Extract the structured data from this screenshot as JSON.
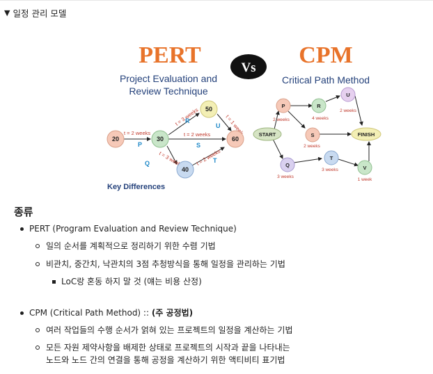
{
  "toggle": {
    "caret": "▼",
    "title": "일정 관리 모델"
  },
  "figure": {
    "left_title": "PERT",
    "left_sub1": "Project Evaluation and",
    "left_sub2": "Review Technique",
    "vs": "Vs",
    "right_title": "CPM",
    "right_sub": "Critical Path Method",
    "footer": "Key Differences",
    "pert": {
      "nodes": [
        "20",
        "30",
        "40",
        "50",
        "60"
      ],
      "edge_labels": [
        "t = 2 weeks",
        "t = 3 weeks",
        "t = 2 weeks",
        "t = 3 weeks",
        "t = 2 weeks",
        "t = 1 week"
      ],
      "letters": [
        "P",
        "S",
        "Q",
        "R",
        "U",
        "T"
      ]
    },
    "cpm": {
      "nodes": [
        "START",
        "P",
        "Q",
        "R",
        "S",
        "T",
        "U",
        "V",
        "FINISH"
      ],
      "durations": [
        "2 weeks",
        "3 weeks",
        "4 weeks",
        "2 weeks",
        "3 weeks",
        "2 weeks",
        "1 week"
      ]
    },
    "colors": {
      "pert_title": "#e8732a",
      "cpm_title": "#e8732a",
      "subtitle": "#23407a",
      "vs_bg": "#111111"
    }
  },
  "section": {
    "heading": "종류"
  },
  "items": {
    "pert": "PERT (Program Evaluation and Review Technique)",
    "pert_sub1": "일의 순서를 계획적으로 정리하기 위한 수렴 기법",
    "pert_sub2": "비관치, 중간치, 낙관치의 3점 추청방식을 통해 일정을 관리하는 기법",
    "pert_sub2_note": "LoC랑 혼동 하지 말 것 (얘는 비용 산정)",
    "cpm_a": "CPM (Critical Path Method) :: ",
    "cpm_b": "(주 공정법)",
    "cpm_sub1": "여러 작업들의 수행 순서가 얽혀 있는 프로젝트의 일정을 계산하는 기법",
    "cpm_sub2_line1": "모든 자원 제약사항을 배제한 상태로 프로젝트의 시작과 끝을 나타내는",
    "cpm_sub2_line2": "노드와 노드 간의 연결을 통해 공정을 계산하기 위한 액티비티 표기법"
  }
}
